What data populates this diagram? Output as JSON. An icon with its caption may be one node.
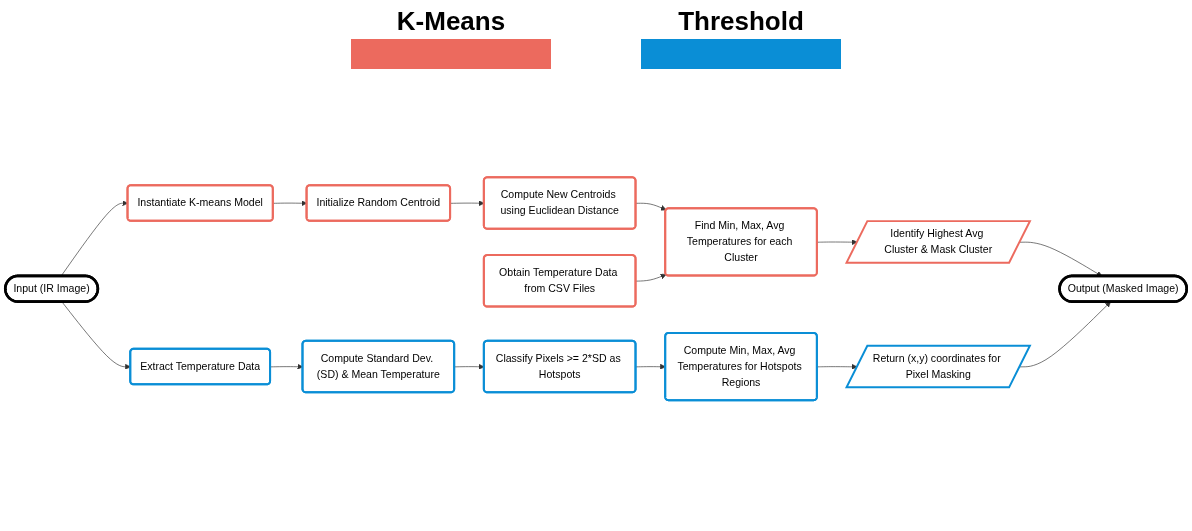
{
  "diagram": {
    "nodes": [
      {
        "text": [
          "Instantiate K-means Model"
        ]
      },
      {
        "text": [
          "Initialize Random Centroid"
        ]
      },
      {
        "text": [
          "Compute New Centroids using Euclidean Distance"
        ]
      },
      {
        "text": [
          "Find Min, Max, Avg Temperatures for each Cluster"
        ]
      },
      {
        "text": [
          "Identify Highest Avg Cluster & Mask Cluster"
        ]
      },
      {
        "text": [
          "Input (IR Image)"
        ]
      },
      {
        "text": [
          "Obtain Temperature Data from CSV Files"
        ]
      },
      {
        "text": [
          "Output (Masked Image)"
        ]
      },
      {
        "text": [
          "Extract Temperature Data"
        ]
      },
      {
        "text": [
          "Compute Standard Dev. (SD) & Mean Temperature"
        ]
      },
      {
        "text": [
          "Classify Pixels >= 2*SD as Hotspots"
        ]
      },
      {
        "text": [
          "Compute Min, Max, Avg Temperatures for Hotspots Regions"
        ]
      },
      {
        "text": [
          "Return (x,y) coordinates for Pixel Masking"
        ]
      }
    ],
    "edges": [
      {
        "from": 5,
        "to": 0,
        "arrow": "to"
      },
      {
        "from": 0,
        "to": 1,
        "arrow": "to"
      },
      {
        "from": 1,
        "to": 2,
        "arrow": "to"
      },
      {
        "from": 2,
        "to": 3,
        "arrow": "to"
      },
      {
        "from": 3,
        "to": 4,
        "arrow": "to"
      },
      {
        "from": 6,
        "to": 3,
        "arrow": "to"
      },
      {
        "from": 4,
        "to": 7,
        "arrow": "to"
      },
      {
        "from": 5,
        "to": 8,
        "arrow": "to"
      },
      {
        "from": 8,
        "to": 9,
        "arrow": "to"
      },
      {
        "from": 9,
        "to": 10,
        "arrow": "to"
      },
      {
        "from": 10,
        "to": 11,
        "arrow": "to"
      },
      {
        "from": 11,
        "to": 12,
        "arrow": "to"
      },
      {
        "from": 12,
        "to": 7,
        "arrow": "to"
      }
    ],
    "legend": [
      {
        "text": "K-Means",
        "color": "#ec6a5e"
      },
      {
        "text": "Threshold",
        "color": "#0a8ed6"
      }
    ]
  }
}
